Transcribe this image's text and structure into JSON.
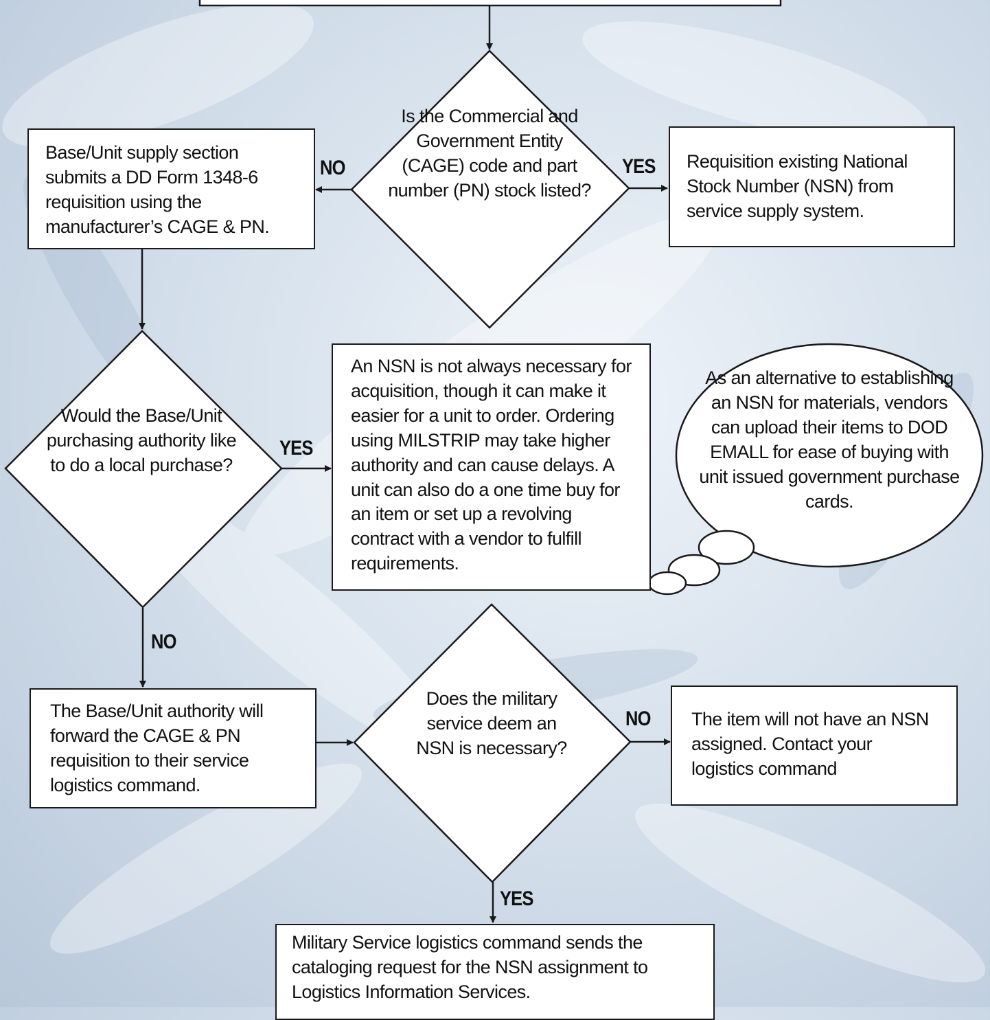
{
  "boxes": {
    "base_unit_supply": "Base/Unit supply section submits a DD Form 1348-6 requisition using the manufacturer’s CAGE & PN.",
    "requisition_existing": "Requisition existing National Stock Number (NSN) from service supply system.",
    "nsn_not_necessary": "An NSN is not always necessary for acquisition, though it can make it easier for a unit to order. Ordering using MILSTRIP may take higher authority and can cause delays. A unit can also do a one time buy for an item or set up a revolving contract with a vendor to fulfill requirements.",
    "forward_cage": "The Base/Unit authority will forward the CAGE & PN requisition to their service logistics command.",
    "no_nsn_assigned": "The item will not have an NSN assigned. Contact your logistics command",
    "cataloging_request": "Military Service logistics command sends the cataloging request for the NSN assignment to Logistics Information Services."
  },
  "decisions": {
    "cage_listed": "Is the Commercial and Government Entity (CAGE) code and part number (PN) stock listed?",
    "local_purchase": "Would the Base/Unit purchasing authority like to do a local purchase?",
    "deem_nsn": "Does the military service deem an NSN is necessary?"
  },
  "callout": {
    "emall": "As an alternative to establishing an NSN for materials, vendors can upload their items to DOD EMALL for ease of buying with unit issued government purchase cards."
  },
  "labels": {
    "no_left": "NO",
    "yes_right": "YES",
    "yes_local": "YES",
    "no_local": "NO",
    "no_deem": "NO",
    "yes_deem": "YES"
  }
}
